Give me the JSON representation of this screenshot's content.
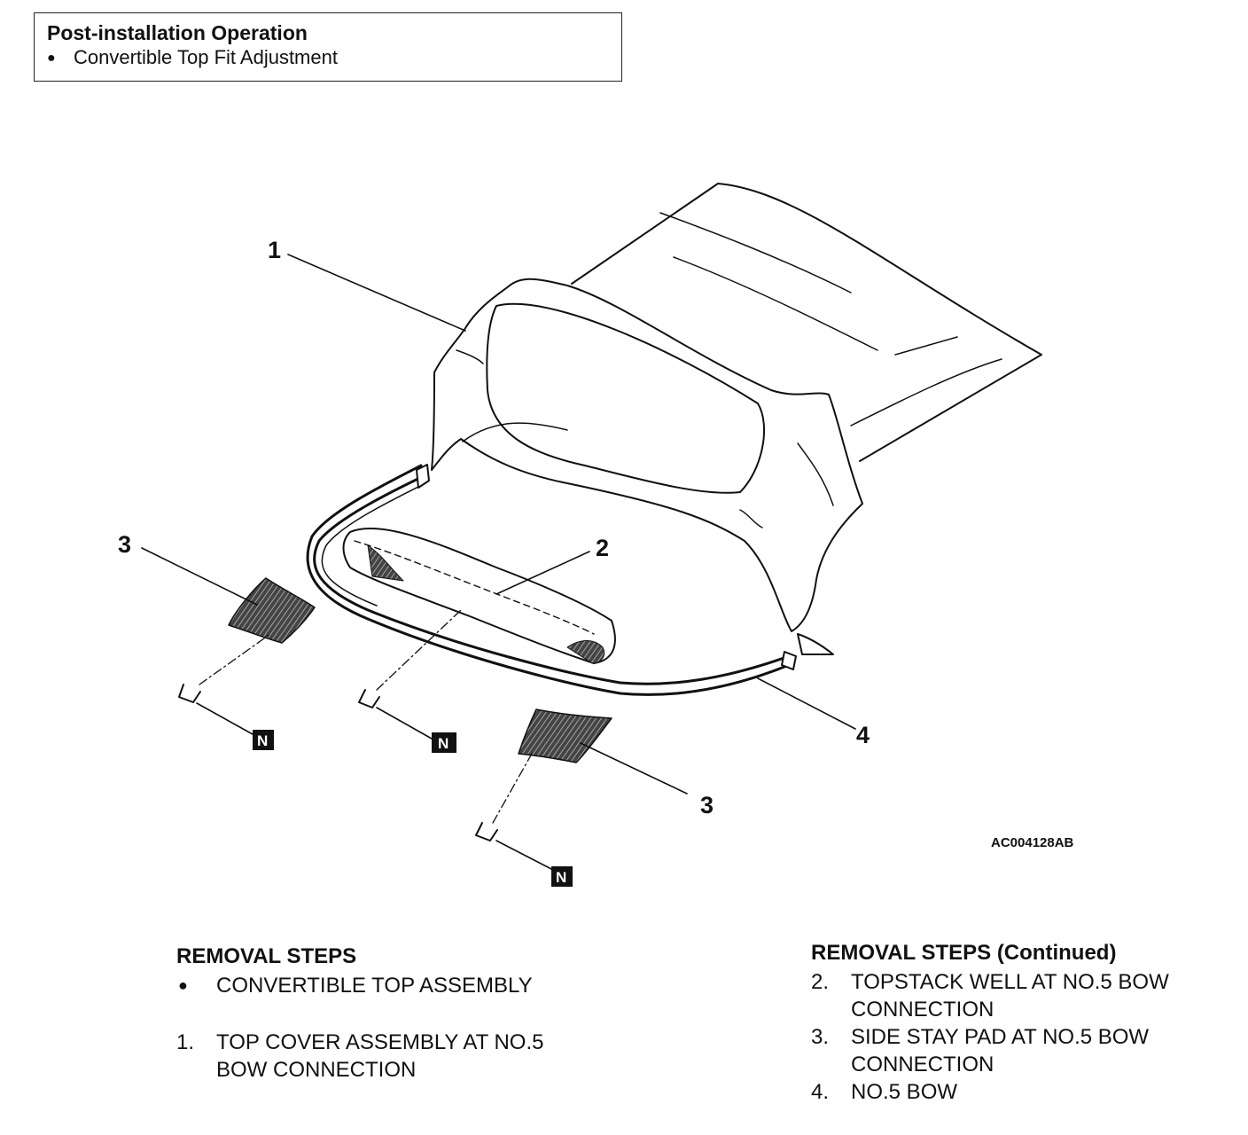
{
  "post_installation": {
    "title": "Post-installation Operation",
    "items": [
      "Convertible Top Fit Adjustment"
    ]
  },
  "diagram": {
    "callouts": [
      "1",
      "2",
      "3",
      "3",
      "4"
    ],
    "nonreusable_mark": "N",
    "figure_id": "AC004128AB"
  },
  "removal_steps": {
    "heading": "REMOVAL STEPS",
    "bullet_step": "CONVERTIBLE TOP ASSEMBLY",
    "step_1_num": "1.",
    "step_1_line1": "TOP COVER ASSEMBLY AT NO.5",
    "step_1_line2": "BOW CONNECTION"
  },
  "removal_steps_continued": {
    "heading": "REMOVAL STEPS (Continued)",
    "step_2_num": "2.",
    "step_2_line1": "TOPSTACK WELL AT NO.5 BOW",
    "step_2_line2": "CONNECTION",
    "step_3_num": "3.",
    "step_3_line1": "SIDE STAY PAD AT NO.5 BOW",
    "step_3_line2": "CONNECTION",
    "step_4_num": "4.",
    "step_4_line1": "NO.5 BOW"
  }
}
